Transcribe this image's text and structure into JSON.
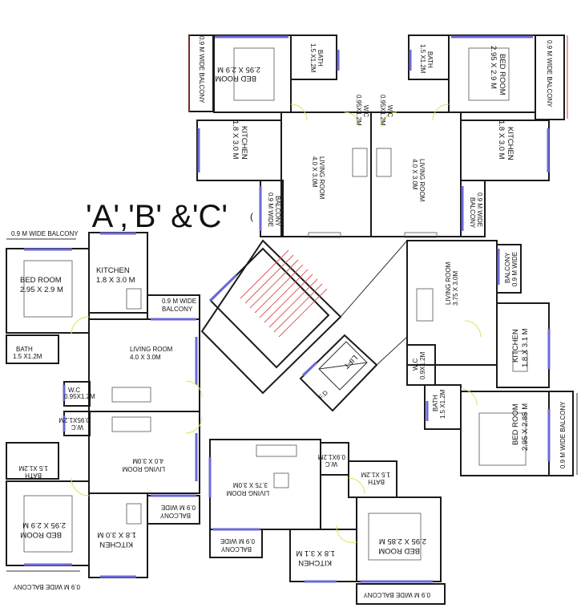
{
  "title": "'A','B' &'C'",
  "title_fragment": "(",
  "footer": "",
  "colors": {
    "wall": "#1a1a1a",
    "window": "#6a6ad8",
    "door_swing": "#e0e060",
    "stair": "#e05050",
    "boundary": "#d04040"
  },
  "units": {
    "top_left": {
      "balcony": "0.9 M WIDE BALCONY",
      "bedroom": "BED ROOM",
      "bedroom_size": "2.95 X 2.9 M",
      "bath": "BATH",
      "bath_size": "1.5 X1.2M",
      "wc": "W.C",
      "wc_size": "0.95X1.2M",
      "kitchen": "KITCHEN",
      "kitchen_size": "1.8 X 3.0 M",
      "living": "LIVING ROOM",
      "living_size": "4.0 X 3.0M",
      "balcony2": "BALCONY",
      "balcony2_size": "0.9 M WIDE"
    },
    "top_right": {
      "balcony": "0.9 M WIDE BALCONY",
      "bedroom": "BED ROOM",
      "bedroom_size": "2.95 X 2.9 M",
      "bath": "BATH",
      "bath_size": "1.5 X1.2M",
      "wc": "W.C",
      "wc_size": "0.95X1.2M",
      "kitchen": "KITCHEN",
      "kitchen_size": "1.8 X 3.0 M",
      "living": "LIVING ROOM",
      "living_size": "4.0 X 3.0M",
      "balcony2_size": "0.9 M WIDE",
      "balcony2": "BALCONY"
    },
    "left": {
      "balcony": "0.9 M WIDE BALCONY",
      "bedroom": "BED ROOM",
      "bedroom_size": "2.95 X 2.9 M",
      "kitchen": "KITCHEN",
      "kitchen_size": "1.8 X 3.0 M",
      "balcony2": "0.9 M WIDE",
      "balcony2b": "BALCONY",
      "bath": "BATH",
      "bath_size": "1.5 X1.2M",
      "living": "LIVING ROOM",
      "living_size": "4.0 X 3.0M",
      "wc": "W.C",
      "wc_size": "0.95X1.2M"
    },
    "lower_left": {
      "bath": "BATH",
      "bath_size": "1.5 X1.2M",
      "wc": "W.C",
      "wc_size": "0.95X1.2M",
      "living": "LIVING ROOM",
      "living_size": "4.0 X 3.0M",
      "bedroom": "BED ROOM",
      "bedroom_size": "2.95 X 2.9 M",
      "kitchen": "KITCHEN",
      "kitchen_size": "1.8 X 3.0 M",
      "balcony2": "BALCONY",
      "balcony2_size": "0.9 M WIDE",
      "balcony": "0.9 M WIDE BALCONY"
    },
    "right": {
      "balcony2": "BALCONY",
      "balcony2_size": "0.9 M WIDE",
      "living": "LIVING ROOM",
      "living_size": "3.75 X 3.0M",
      "kitchen": "KITCHEN",
      "kitchen_size": "1.8 X 3.1 M",
      "wc": "W.C",
      "wc_size": "0.9X1.2M",
      "bath": "BATH",
      "bath_size": "1.5 X1.2M",
      "bedroom": "BED ROOM",
      "bedroom_size": "2.95 X 2.85 M",
      "balcony": "0.9 M WIDE BALCONY"
    },
    "bottom": {
      "wc": "W.C",
      "wc_size": "0.9X1.2M",
      "bath": "BATH",
      "bath_size": "1.5 X1.2M",
      "living": "LIVING ROOM",
      "living_size": "3.75 X 3.0M",
      "bedroom": "BED ROOM",
      "bedroom_size": "2.95 X 2.85 M",
      "kitchen": "KITCHEN",
      "kitchen_size": "1.8 X 3.1 M",
      "balcony2": "BALCONY",
      "balcony2_size": "0.9 M WIDE",
      "balcony": "0.9 M WIDE BALCONY"
    }
  },
  "core": {
    "lift": "LIFT",
    "duct": "F.D"
  }
}
